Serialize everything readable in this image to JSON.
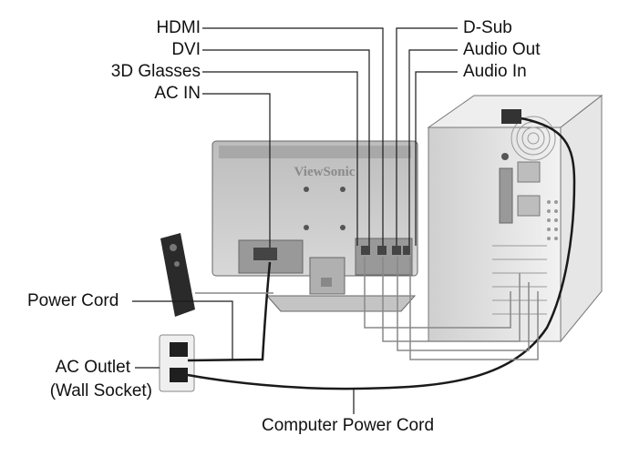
{
  "labels": {
    "hdmi": "HDMI",
    "dvi": "DVI",
    "glasses": "3D Glasses",
    "ac_in": "AC IN",
    "dsub": "D-Sub",
    "audio_out": "Audio Out",
    "audio_in": "Audio In",
    "power_cord": "Power Cord",
    "ac_outlet_line1": "AC Outlet",
    "ac_outlet_line2": "(Wall Socket)",
    "computer_power_cord": "Computer Power Cord"
  },
  "monitor": {
    "brand": "ViewSonic"
  },
  "colors": {
    "line": "#1a1a1a",
    "device_light": "#d9d9d9",
    "device_mid": "#a9a9a9",
    "device_dark": "#5a5a5a"
  }
}
